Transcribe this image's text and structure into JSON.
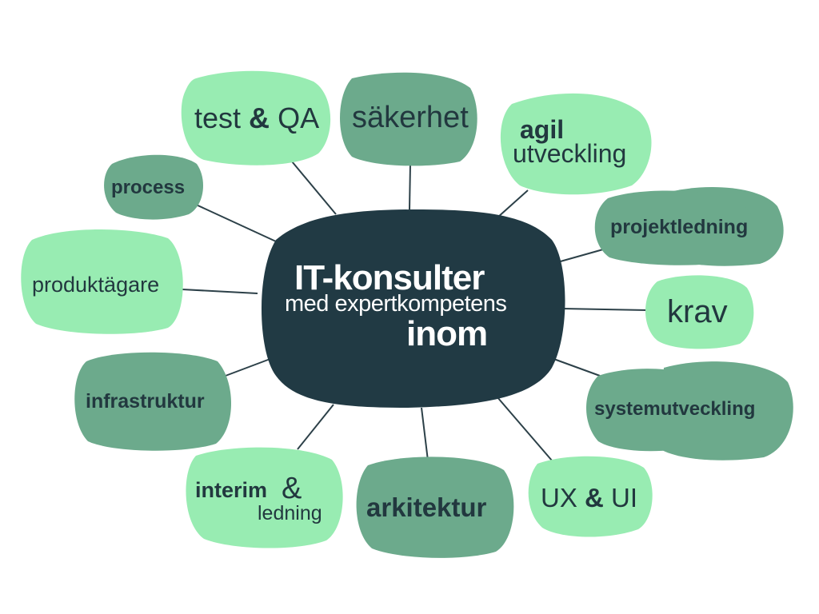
{
  "colors": {
    "hub": "#213a44",
    "light_green": "#98ecb2",
    "dark_green": "#6caa8c",
    "text": "#22383f",
    "connector": "#2c4048"
  },
  "center": {
    "title": "IT-konsulter",
    "subtitle": "med expertkompetens",
    "bottom": "inom"
  },
  "nodes": {
    "test_qa": {
      "a": "test",
      "amp": "&",
      "b": "QA"
    },
    "sakerhet": {
      "label": "säkerhet"
    },
    "agil": {
      "a": "agil",
      "b": "utveckling"
    },
    "process": {
      "label": "process"
    },
    "projektledning": {
      "label": "projektledning"
    },
    "produktagare": {
      "label": "produktägare"
    },
    "krav": {
      "label": "krav"
    },
    "infrastruktur": {
      "label": "infrastruktur"
    },
    "systemutveckling": {
      "label": "systemutveckling"
    },
    "interim": {
      "a": "interim",
      "amp": "&",
      "b": "ledning"
    },
    "arkitektur": {
      "label": "arkitektur"
    },
    "ux_ui": {
      "a": "UX",
      "amp": "&",
      "b": "UI"
    }
  }
}
